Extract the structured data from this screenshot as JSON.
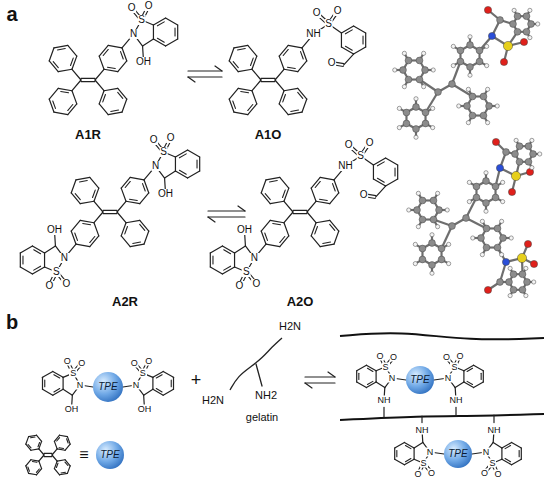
{
  "diagram": {
    "nodes": [
      {
        "text": [
          "TPE"
        ]
      },
      {
        "text": [
          "TPE"
        ]
      },
      {
        "text": [
          "TPE"
        ]
      },
      {
        "text": [
          "TPE"
        ]
      }
    ],
    "labels": [
      "a",
      "O",
      "O",
      "S",
      "N",
      "OH",
      "A1R",
      "O",
      "O",
      "S",
      "NH",
      "O",
      "A1O",
      "O",
      "O",
      "S",
      "N",
      "OH",
      "O",
      "O",
      "S",
      "N",
      "OH",
      "A2R",
      "O",
      "O",
      "S",
      "NH",
      "O",
      "O",
      "O",
      "S",
      "N",
      "OH",
      "A2O",
      "b",
      "O",
      "O",
      "S",
      "N",
      "OH",
      "O",
      "O",
      "S",
      "N",
      "OH",
      "≡",
      "+",
      "H2N",
      "H2N",
      "NH2",
      "gelatin",
      "O",
      "O",
      "S",
      "N",
      "NH",
      "O",
      "O",
      "S",
      "N",
      "NH",
      "O",
      "O",
      "S",
      "N",
      "NH",
      "O",
      "O",
      "S",
      "N",
      "NH"
    ]
  }
}
